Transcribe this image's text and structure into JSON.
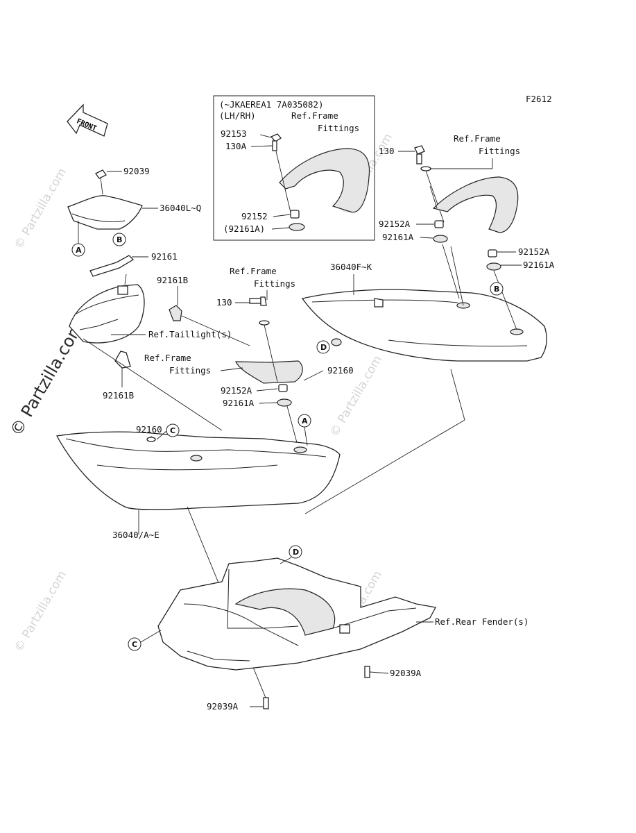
{
  "figure_code": "F2612",
  "front_label": "FRONT",
  "inset": {
    "line1": "(~JKAEREA1 7A035082)",
    "line2": "(LH/RH)",
    "ref_frame": "Ref.Frame",
    "fittings": "Fittings",
    "p92153": "92153",
    "p130A": "130A",
    "p92152": "92152",
    "p92161A": "(92161A)"
  },
  "labels": {
    "p92039_top": "92039",
    "p36040LQ": "36040L~Q",
    "p92161": "92161",
    "p92161B_top": "92161B",
    "ref_taillight": "Ref.Taillight(s)",
    "p92161B_bottom": "92161B",
    "ref_frame_mid": "Ref.Frame",
    "fittings_mid": "Fittings",
    "ref_frame_center": "Ref.Frame",
    "fittings_center": "Fittings",
    "p130_center": "130",
    "p92152A_center": "92152A",
    "p92161A_center": "92161A",
    "p92160_center": "92160",
    "p92160_left": "92160",
    "p36040AE": "36040/A~E",
    "p36040FK": "36040F~K",
    "ref_frame_right": "Ref.Frame",
    "fittings_right": "Fittings",
    "p130_right": "130",
    "p92152A_right1": "92152A",
    "p92161A_right1": "92161A",
    "p92152A_right2": "92152A",
    "p92161A_right2": "92161A",
    "ref_rear_fender": "Ref.Rear Fender(s)",
    "p92039A_right": "92039A",
    "p92039A_bottom": "92039A"
  },
  "callouts": {
    "A": "A",
    "B": "B",
    "C": "C",
    "D": "D"
  },
  "watermarks": {
    "text": "© Partzilla.com"
  }
}
